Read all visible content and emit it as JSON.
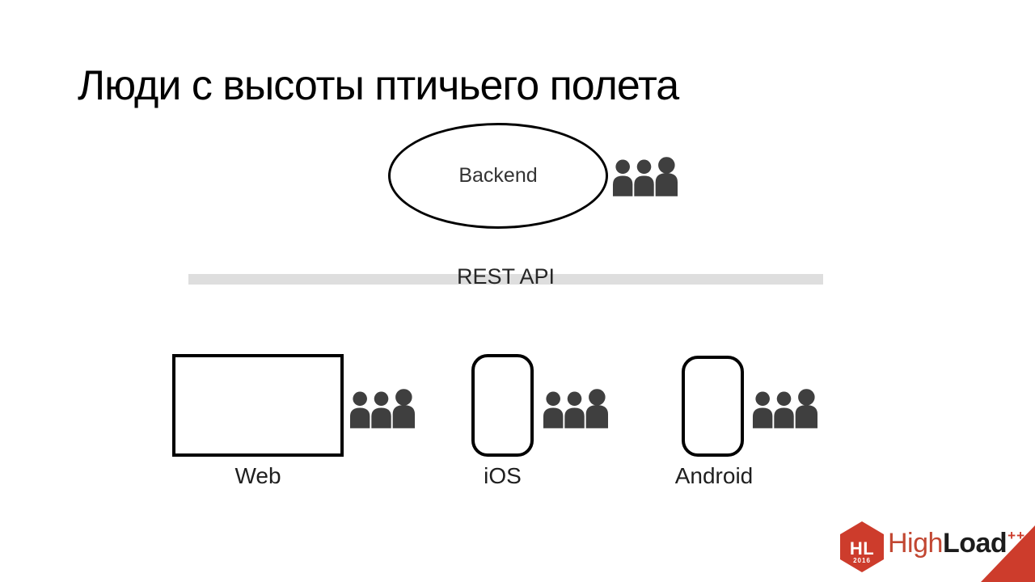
{
  "slide": {
    "title": "Люди с высоты птичьего полета",
    "backend": {
      "label": "Backend"
    },
    "api_bar": {
      "label": "REST API"
    },
    "clients": [
      {
        "label": "Web"
      },
      {
        "label": "iOS"
      },
      {
        "label": "Android"
      }
    ],
    "logo": {
      "hex_abbr": "HL",
      "hex_year": "2016",
      "brand_high": "High",
      "brand_load": "Load",
      "brand_plusplus": "++"
    },
    "icons": {
      "users_group": "three-people-icon",
      "hexagon": "highload-hexagon-icon",
      "corner": "corner-triangle-icon"
    },
    "colors": {
      "brand_red": "#cd3c2c",
      "high_red": "#c24732",
      "people_gray": "#3f3f3f",
      "bar_gray": "#dedede",
      "ink": "#1f1f1f"
    }
  }
}
